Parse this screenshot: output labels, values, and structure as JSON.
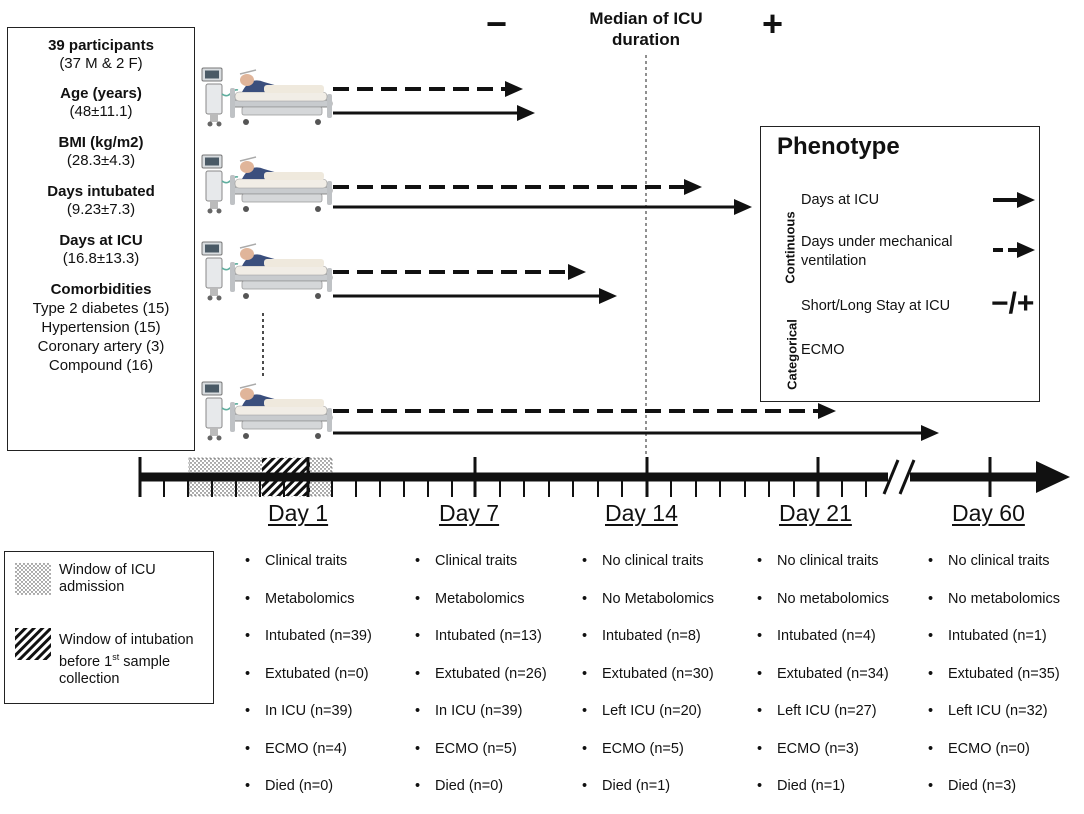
{
  "participants_box": {
    "title": "39 participants",
    "title_sub": "(37 M & 2 F)",
    "age_label": "Age (years)",
    "age_value": "(48±11.1)",
    "bmi_label": "BMI (kg/m2)",
    "bmi_value": "(28.3±4.3)",
    "intubated_label": "Days intubated",
    "intubated_value": "(9.23±7.3)",
    "icu_label": "Days at ICU",
    "icu_value": "(16.8±13.3)",
    "comorbidities_label": "Comorbidities",
    "comorbidities": [
      "Type 2 diabetes (15)",
      "Hypertension (15)",
      "Coronary artery (3)",
      "Compound (16)"
    ]
  },
  "top": {
    "minus": "−",
    "median_label": "Median of ICU duration",
    "plus": "+"
  },
  "phenotype": {
    "title": "Phenotype",
    "continuous_label": "Continuous",
    "categorical_label": "Categorical",
    "days_icu": "Days at ICU",
    "days_mv": "Days under mechanical ventilation",
    "short_long": "Short/Long Stay at ICU",
    "short_long_symbol": "−/+",
    "ecmo": "ECMO"
  },
  "legend": {
    "admission": "Window of ICU admission",
    "intubation_pre": "Window of intubation before 1",
    "intubation_sup": "st",
    "intubation_post": " sample collection"
  },
  "timepoints": [
    {
      "label": "Day 1",
      "items": [
        "Clinical traits",
        "Metabolomics",
        "Intubated (n=39)",
        "Extubated (n=0)",
        "In ICU (n=39)",
        "ECMO (n=4)",
        "Died (n=0)"
      ]
    },
    {
      "label": "Day 7",
      "items": [
        "Clinical traits",
        "Metabolomics",
        "Intubated (n=13)",
        "Extubated (n=26)",
        "In ICU (n=39)",
        "ECMO (n=5)",
        "Died (n=0)"
      ]
    },
    {
      "label": "Day 14",
      "items": [
        "No clinical traits",
        "No Metabolomics",
        "Intubated (n=8)",
        "Extubated (n=30)",
        "Left ICU (n=20)",
        "ECMO (n=5)",
        "Died (n=1)"
      ]
    },
    {
      "label": "Day 21",
      "items": [
        "No clinical traits",
        "No metabolomics",
        "Intubated (n=4)",
        "Extubated (n=34)",
        "Left ICU (n=27)",
        "ECMO (n=3)",
        "Died (n=1)"
      ]
    },
    {
      "label": "Day 60",
      "items": [
        "No clinical traits",
        "No metabolomics",
        "Intubated (n=1)",
        "Extubated (n=35)",
        "Left ICU (n=32)",
        "ECMO (n=0)",
        "Died (n=3)"
      ]
    }
  ],
  "bullet": "•"
}
